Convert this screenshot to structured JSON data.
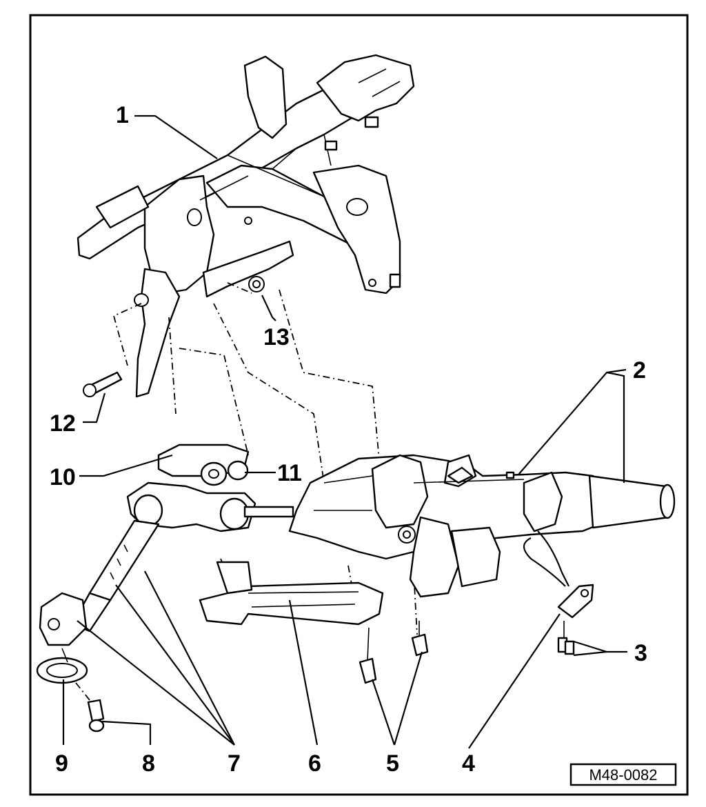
{
  "figure_id": "M48-0082",
  "callouts": [
    "1",
    "2",
    "3",
    "4",
    "5",
    "6",
    "7",
    "8",
    "9",
    "10",
    "11",
    "12",
    "13"
  ]
}
